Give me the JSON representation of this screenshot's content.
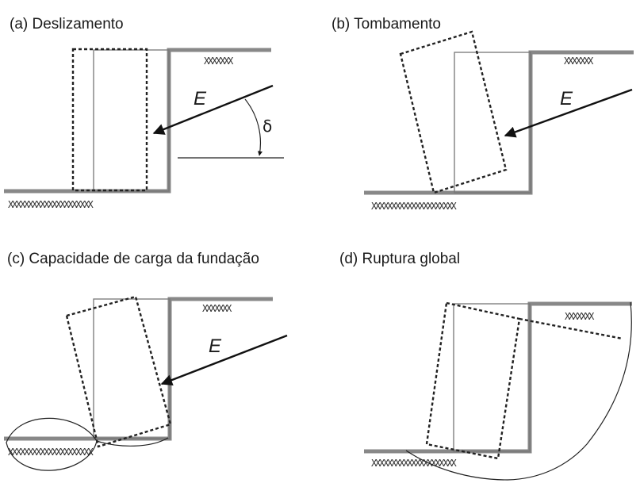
{
  "panels": {
    "a": {
      "title": "(a) Deslizamento",
      "force": "E",
      "angle": "δ"
    },
    "b": {
      "title": "(b) Tombamento",
      "force": "E"
    },
    "c": {
      "title": "(c) Capacidade de carga da fundação",
      "force": "E"
    },
    "d": {
      "title": "(d) Ruptura global"
    }
  },
  "soil_hatch_short": "XXXXXXX",
  "soil_hatch_long": "XXXXXXXXXXXXXXXXXXXXX"
}
